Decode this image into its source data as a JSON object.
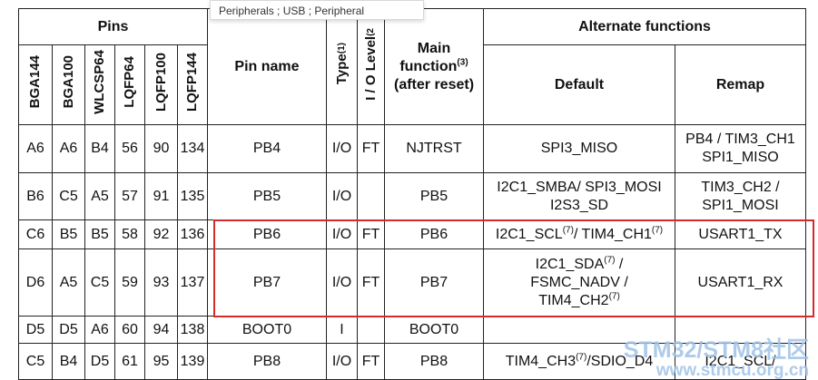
{
  "tooltip": {
    "text": "Peripherals ; USB ; Peripheral"
  },
  "header": {
    "pins": "Pins",
    "packages": [
      "BGA144",
      "BGA100",
      "WLCSP64",
      "LQFP64",
      "LQFP100",
      "LQFP144"
    ],
    "pin_name": "Pin name",
    "type": "Type",
    "type_note": "(1)",
    "io_level": "I / O Level",
    "io_level_note": "(2",
    "main_function_line1": "Main",
    "main_function_line2": "function",
    "main_function_note": "(3)",
    "main_function_line3": "(after reset)",
    "alternate_functions": "Alternate functions",
    "default": "Default",
    "remap": "Remap"
  },
  "rows": [
    {
      "pkg": [
        "A6",
        "A6",
        "B4",
        "56",
        "90",
        "134"
      ],
      "name": "PB4",
      "type": "I/O",
      "io": "FT",
      "main": "NJTRST",
      "def": "SPI3_MISO",
      "remap_l1": "PB4 / TIM3_CH1",
      "remap_l2": "SPI1_MISO"
    },
    {
      "pkg": [
        "B6",
        "C5",
        "A5",
        "57",
        "91",
        "135"
      ],
      "name": "PB5",
      "type": "I/O",
      "io": "",
      "main": "PB5",
      "def_l1": "I2C1_SMBA/ SPI3_MOSI",
      "def_l2": "I2S3_SD",
      "remap_l1": "TIM3_CH2 /",
      "remap_l2": "SPI1_MOSI"
    },
    {
      "pkg": [
        "C6",
        "B5",
        "B5",
        "58",
        "92",
        "136"
      ],
      "name": "PB6",
      "type": "I/O",
      "io": "FT",
      "main": "PB6",
      "def_a": "I2C1_SCL",
      "def_a_note": "(7)",
      "def_b": "/ TIM4_CH1",
      "def_b_note": "(7)",
      "remap": "USART1_TX"
    },
    {
      "pkg": [
        "D6",
        "A5",
        "C5",
        "59",
        "93",
        "137"
      ],
      "name": "PB7",
      "type": "I/O",
      "io": "FT",
      "main": "PB7",
      "def_l1": "I2C1_SDA",
      "def_l1_note": "(7)",
      "def_l1_suffix": " /",
      "def_l2": "FSMC_NADV /",
      "def_l3": "TIM4_CH2",
      "def_l3_note": "(7)",
      "remap": "USART1_RX"
    },
    {
      "pkg": [
        "D5",
        "D5",
        "A6",
        "60",
        "94",
        "138"
      ],
      "name": "BOOT0",
      "type": "I",
      "io": "",
      "main": "BOOT0",
      "def": "",
      "remap": ""
    },
    {
      "pkg": [
        "C5",
        "B4",
        "D5",
        "61",
        "95",
        "139"
      ],
      "name": "PB8",
      "type": "I/O",
      "io": "FT",
      "main": "PB8",
      "def_a": "TIM4_CH3",
      "def_a_note": "(7)",
      "def_b": "/SDIO_D4",
      "remap": "I2C1_SCL/"
    }
  ],
  "watermark": {
    "line1": "STM32/STM8社区",
    "line2": "www.stmcu.org.cn"
  },
  "colors": {
    "highlight": "#d62b2b",
    "grid": "#222222",
    "watermark": "#9fc3e8"
  }
}
